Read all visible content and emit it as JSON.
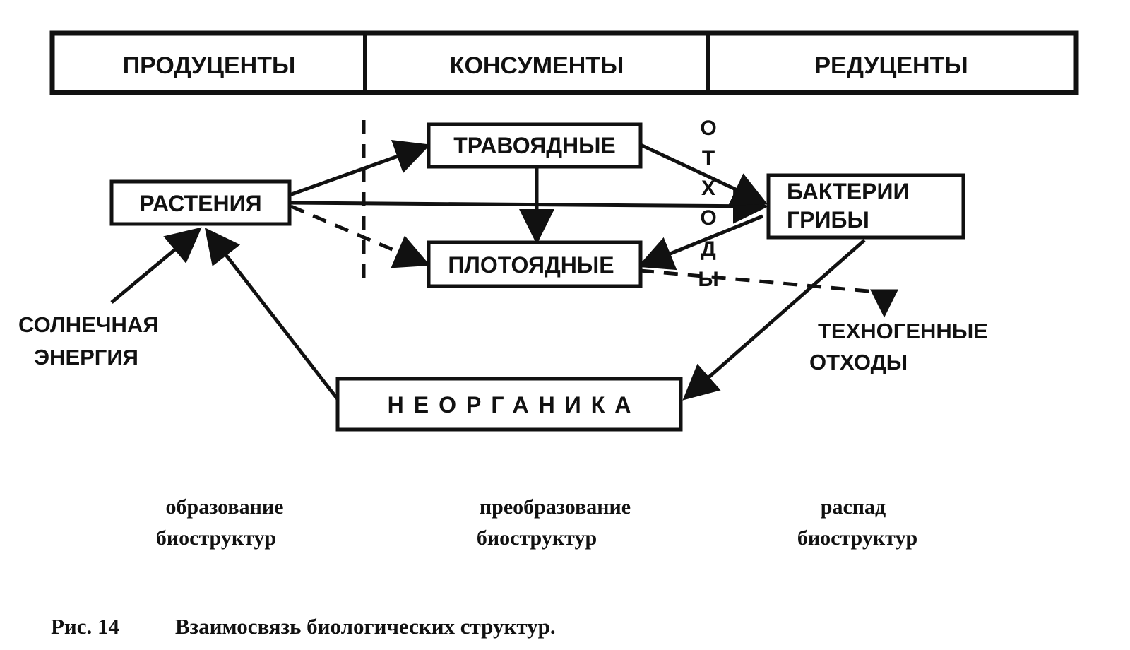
{
  "header": {
    "cells": [
      "ПРОДУЦЕНТЫ",
      "КОНСУМЕНТЫ",
      "РЕДУЦЕНТЫ"
    ]
  },
  "nodes": {
    "plants": "РАСТЕНИЯ",
    "herbivores": "ТРАВОЯДНЫЕ",
    "carnivores": "ПЛОТОЯДНЫЕ",
    "decomposers_line1": "БАКТЕРИИ",
    "decomposers_line2": "ГРИБЫ",
    "inorganic": "НЕОРГАНИКА"
  },
  "labels": {
    "solar_line1": "СОЛНЕЧНАЯ",
    "solar_line2": "ЭНЕРГИЯ",
    "waste_vertical": [
      "О",
      "Т",
      "Х",
      "О",
      "Д",
      "Ы"
    ],
    "techno_line1": "ТЕХНОГЕННЫЕ",
    "techno_line2": "ОТХОДЫ"
  },
  "processes": [
    {
      "line1": "образование",
      "line2": "биоструктур"
    },
    {
      "line1": "преобразование",
      "line2": "биоструктур"
    },
    {
      "line1": "распад",
      "line2": "биоструктур"
    }
  ],
  "caption": {
    "figure": "Рис. 14",
    "text": "Взаимосвязь биологических структур."
  }
}
